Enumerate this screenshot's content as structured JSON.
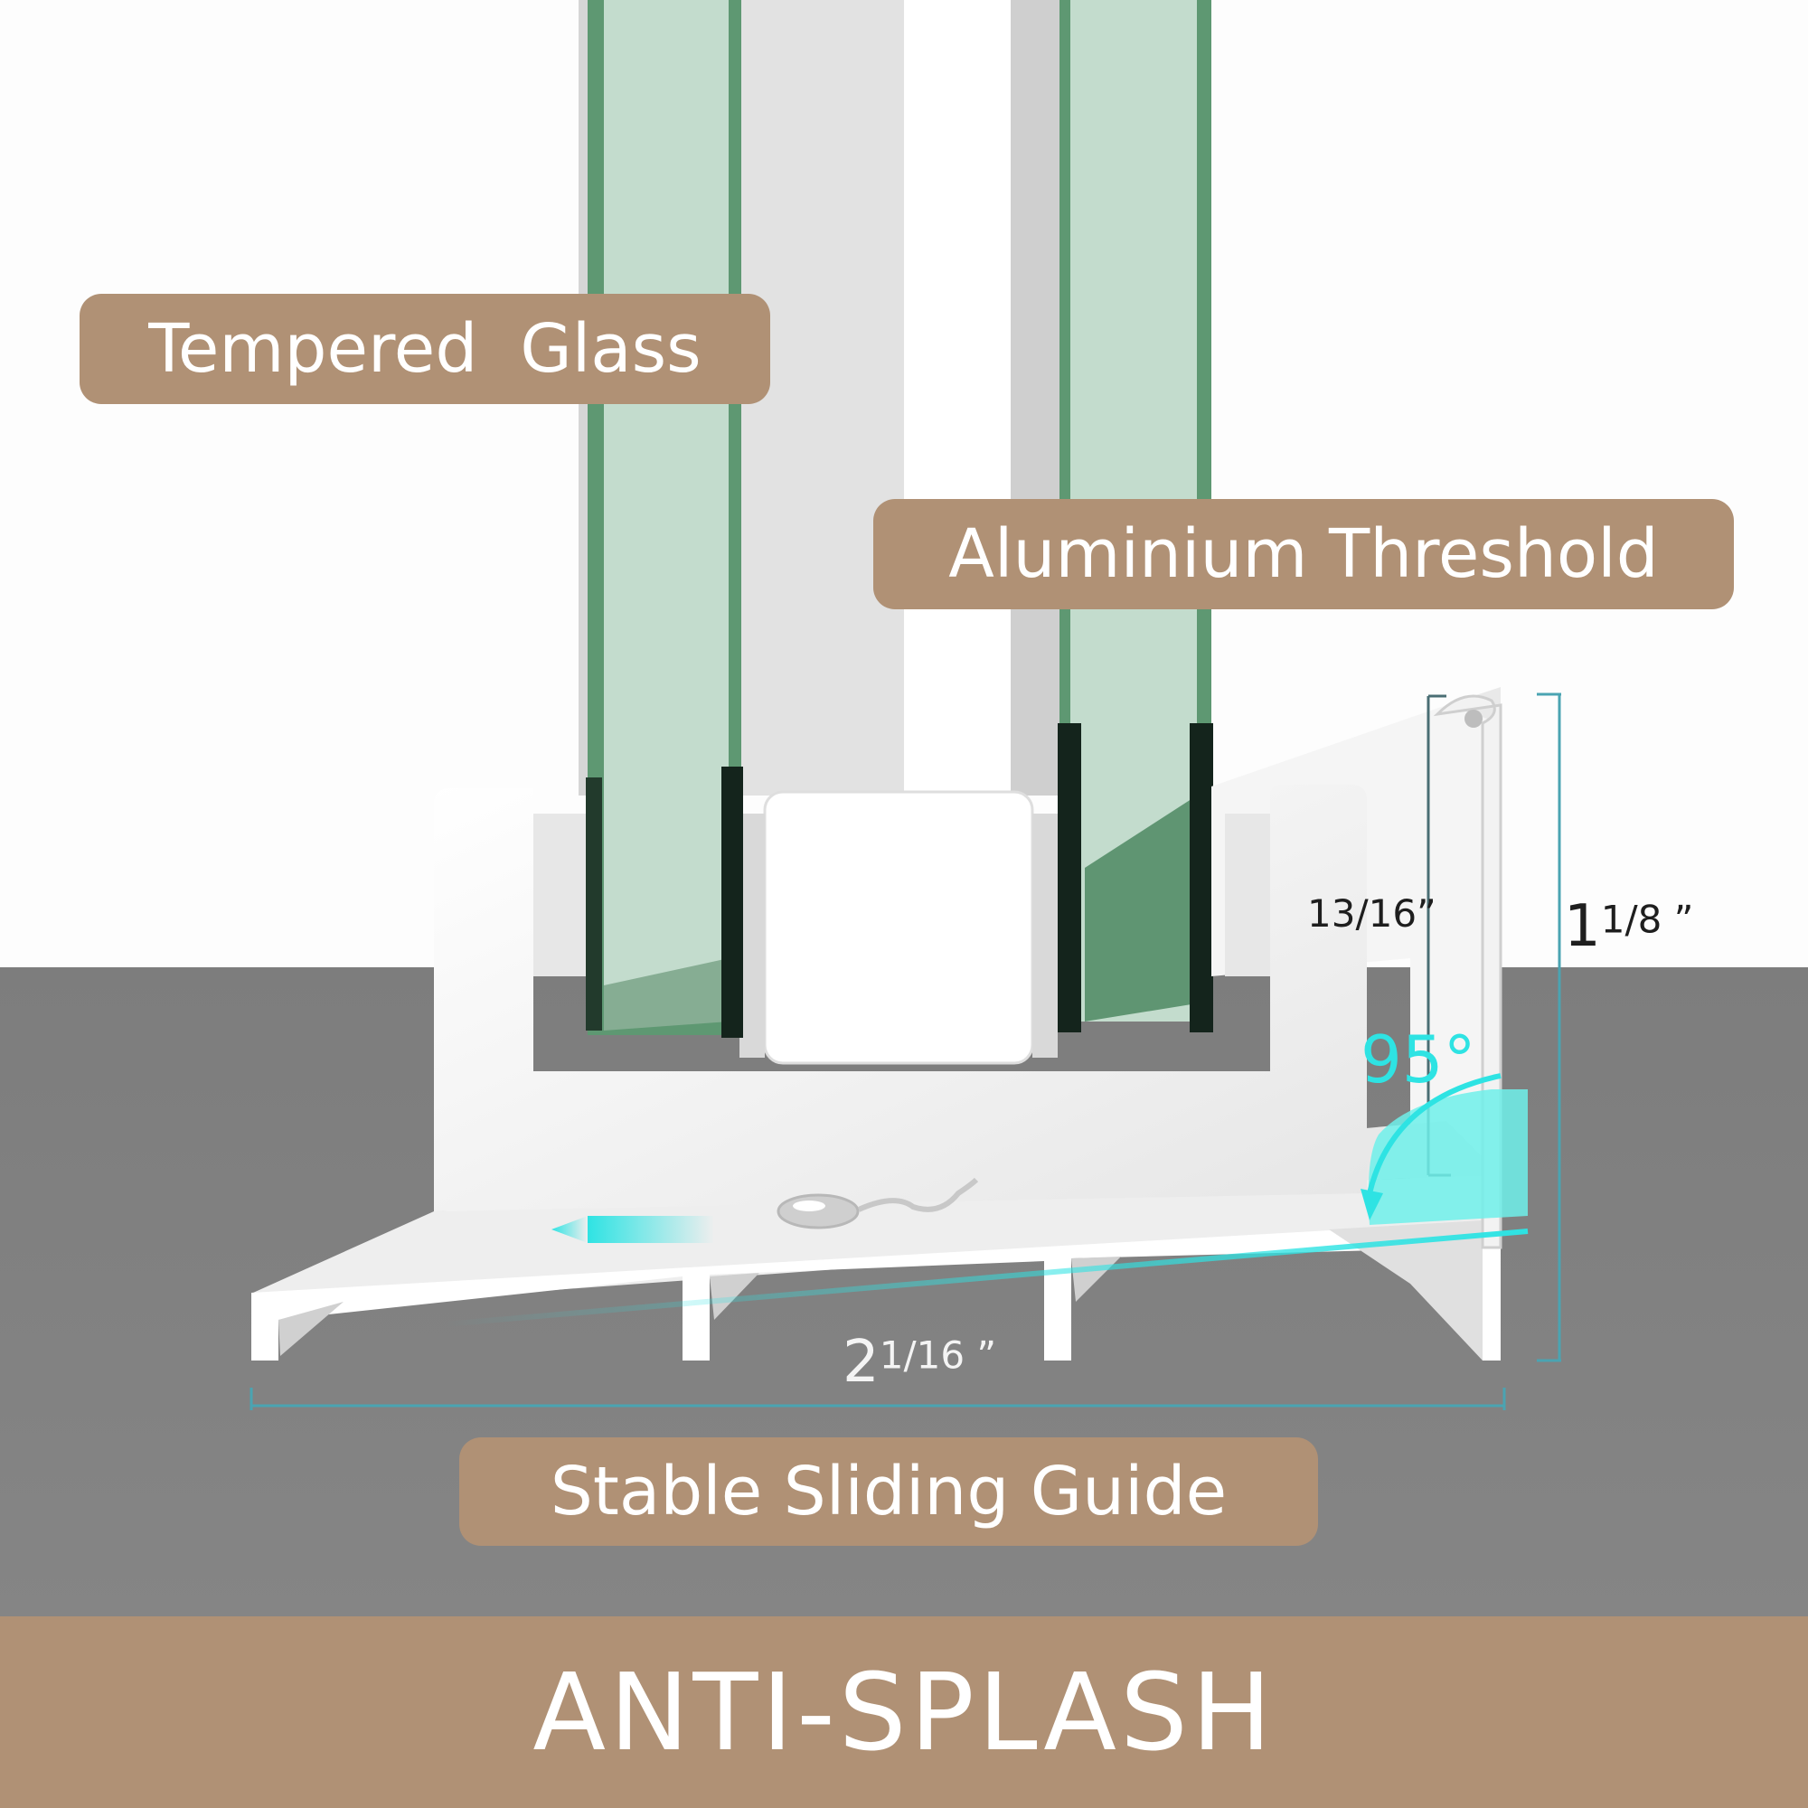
{
  "labels": {
    "glass": "Tempered  Glass",
    "threshold": "Aluminium Threshold",
    "guide": "Stable Sliding Guide"
  },
  "banner": "ANTI-SPLASH",
  "dimensions": {
    "inner_height": "13/16”",
    "total_height_whole": "1",
    "total_height_fraction": "1/8 ”",
    "width_whole": "2",
    "width_fraction": "1/16 ”",
    "angle": "95°"
  },
  "colors": {
    "label_bg": "#b09175",
    "floor": "#808080",
    "accent_cyan": "#2ee3e3",
    "glass": "#c3dccd"
  }
}
